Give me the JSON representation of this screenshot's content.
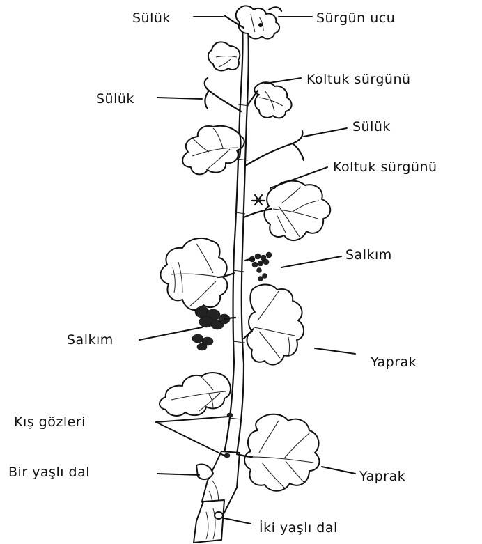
{
  "labels": {
    "suluk_top": "Sülük",
    "surgun_ucu": "Sürgün ucu",
    "koltuk_surgunu_1": "Koltuk sürgünü",
    "suluk_left": "Sülük",
    "suluk_right": "Sülük",
    "koltuk_surgunu_2": "Koltuk sürgünü",
    "salkim_right": "Salkım",
    "salkim_left": "Salkım",
    "yaprak_mid": "Yaprak",
    "kis_gozleri": "Kış gözleri",
    "bir_yasli_dal": "Bir yaşlı dal",
    "yaprak_bottom": "Yaprak",
    "iki_yasli_dal": "İki yaşlı dal"
  }
}
